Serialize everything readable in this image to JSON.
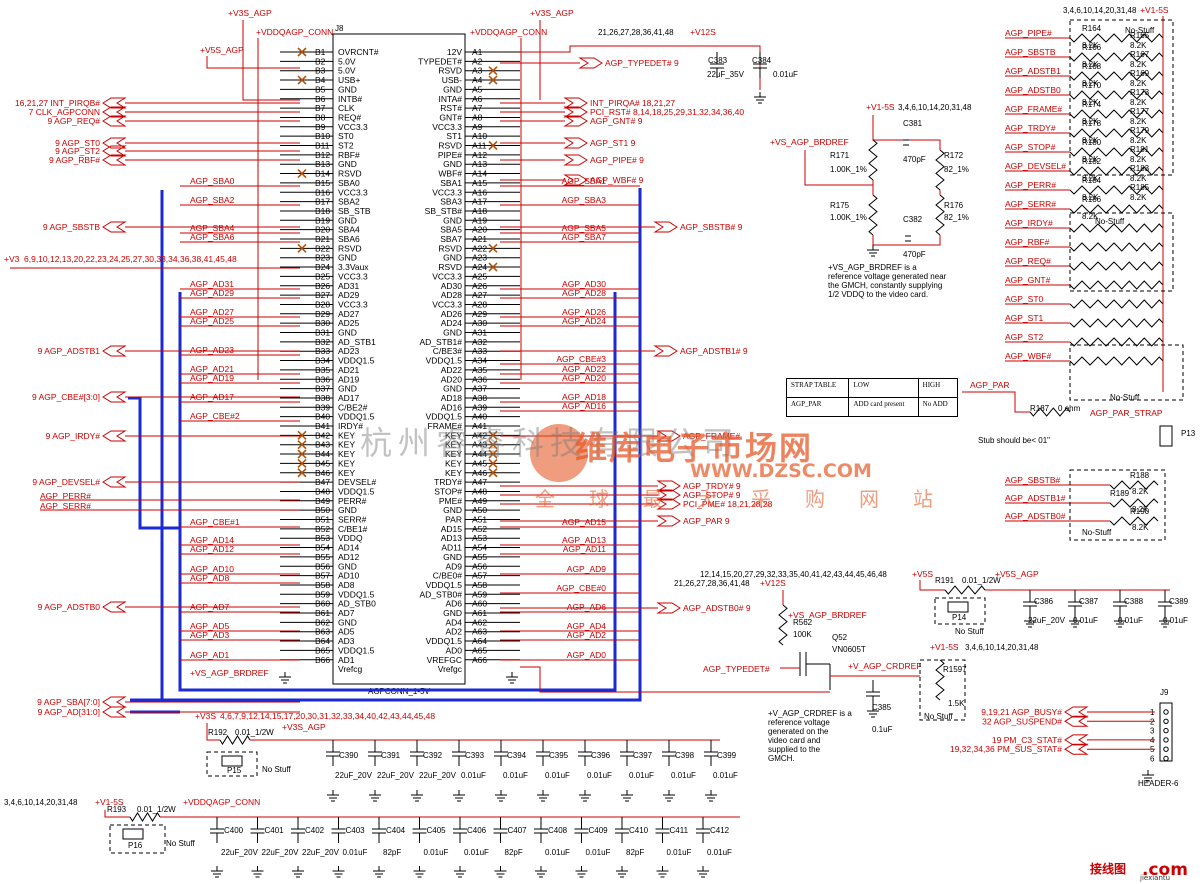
{
  "connector": {
    "ref": "J8",
    "part": "AGPCONN_1-5V",
    "b_pins": [
      {
        "num": "B1",
        "name": "OVRCNT#",
        "nc": true
      },
      {
        "num": "B2",
        "name": "5.0V"
      },
      {
        "num": "B3",
        "name": "5.0V"
      },
      {
        "num": "B4",
        "name": "USB+",
        "nc": true
      },
      {
        "num": "B5",
        "name": "GND"
      },
      {
        "num": "B6",
        "name": "INTB#"
      },
      {
        "num": "B7",
        "name": "CLK"
      },
      {
        "num": "B8",
        "name": "REQ#"
      },
      {
        "num": "B9",
        "name": "VCC3.3"
      },
      {
        "num": "B10",
        "name": "ST0"
      },
      {
        "num": "B11",
        "name": "ST2"
      },
      {
        "num": "B12",
        "name": "RBF#"
      },
      {
        "num": "B13",
        "name": "GND"
      },
      {
        "num": "B14",
        "name": "RSVD",
        "nc": true
      },
      {
        "num": "B15",
        "name": "SBA0"
      },
      {
        "num": "B16",
        "name": "VCC3.3"
      },
      {
        "num": "B17",
        "name": "SBA2"
      },
      {
        "num": "B18",
        "name": "SB_STB"
      },
      {
        "num": "B19",
        "name": "GND"
      },
      {
        "num": "B20",
        "name": "SBA4"
      },
      {
        "num": "B21",
        "name": "SBA6"
      },
      {
        "num": "B22",
        "name": "RSVD",
        "nc": true
      },
      {
        "num": "B23",
        "name": "GND"
      },
      {
        "num": "B24",
        "name": "3.3Vaux"
      },
      {
        "num": "B25",
        "name": "VCC3.3"
      },
      {
        "num": "B26",
        "name": "AD31"
      },
      {
        "num": "B27",
        "name": "AD29"
      },
      {
        "num": "B28",
        "name": "VCC3.3"
      },
      {
        "num": "B29",
        "name": "AD27"
      },
      {
        "num": "B30",
        "name": "AD25"
      },
      {
        "num": "B31",
        "name": "GND"
      },
      {
        "num": "B32",
        "name": "AD_STB1"
      },
      {
        "num": "B33",
        "name": "AD23"
      },
      {
        "num": "B34",
        "name": "VDDQ1.5"
      },
      {
        "num": "B35",
        "name": "AD21"
      },
      {
        "num": "B36",
        "name": "AD19"
      },
      {
        "num": "B37",
        "name": "GND"
      },
      {
        "num": "B38",
        "name": "AD17"
      },
      {
        "num": "B39",
        "name": "C/BE2#"
      },
      {
        "num": "B40",
        "name": "VDDQ1.5"
      },
      {
        "num": "B41",
        "name": "IRDY#"
      },
      {
        "num": "B42",
        "name": "KEY",
        "nc": true
      },
      {
        "num": "B43",
        "name": "KEY",
        "nc": true
      },
      {
        "num": "B44",
        "name": "KEY",
        "nc": true
      },
      {
        "num": "B45",
        "name": "KEY",
        "nc": true
      },
      {
        "num": "B46",
        "name": "KEY",
        "nc": true
      },
      {
        "num": "B47",
        "name": "DEVSEL#"
      },
      {
        "num": "B48",
        "name": "VDDQ1.5"
      },
      {
        "num": "B49",
        "name": "PERR#"
      },
      {
        "num": "B50",
        "name": "GND"
      },
      {
        "num": "B51",
        "name": "SERR#"
      },
      {
        "num": "B52",
        "name": "C/BE1#"
      },
      {
        "num": "B53",
        "name": "VDDQ"
      },
      {
        "num": "B54",
        "name": "AD14"
      },
      {
        "num": "B55",
        "name": "AD12"
      },
      {
        "num": "B56",
        "name": "GND"
      },
      {
        "num": "B57",
        "name": "AD10"
      },
      {
        "num": "B58",
        "name": "AD8"
      },
      {
        "num": "B59",
        "name": "VDDQ1.5"
      },
      {
        "num": "B60",
        "name": "AD_STB0"
      },
      {
        "num": "B61",
        "name": "AD7"
      },
      {
        "num": "B62",
        "name": "GND"
      },
      {
        "num": "B63",
        "name": "AD5"
      },
      {
        "num": "B64",
        "name": "AD3"
      },
      {
        "num": "B65",
        "name": "VDDQ1.5"
      },
      {
        "num": "B66",
        "name": "AD1"
      }
    ],
    "b_extra": "Vrefcg",
    "a_pins": [
      {
        "num": "A1",
        "name": "12V"
      },
      {
        "num": "A2",
        "name": "TYPEDET#"
      },
      {
        "num": "A3",
        "name": "RSVD",
        "nc": true
      },
      {
        "num": "A4",
        "name": "USB-",
        "nc": true
      },
      {
        "num": "A5",
        "name": "GND"
      },
      {
        "num": "A6",
        "name": "INTA#"
      },
      {
        "num": "A7",
        "name": "RST#"
      },
      {
        "num": "A8",
        "name": "GNT#"
      },
      {
        "num": "A9",
        "name": "VCC3.3"
      },
      {
        "num": "A10",
        "name": "ST1"
      },
      {
        "num": "A11",
        "name": "RSVD",
        "nc": true
      },
      {
        "num": "A12",
        "name": "PIPE#"
      },
      {
        "num": "A13",
        "name": "GND"
      },
      {
        "num": "A14",
        "name": "WBF#"
      },
      {
        "num": "A15",
        "name": "SBA1"
      },
      {
        "num": "A16",
        "name": "VCC3.3"
      },
      {
        "num": "A17",
        "name": "SBA3"
      },
      {
        "num": "A18",
        "name": "SB_STB#"
      },
      {
        "num": "A19",
        "name": "GND"
      },
      {
        "num": "A20",
        "name": "SBA5"
      },
      {
        "num": "A21",
        "name": "SBA7"
      },
      {
        "num": "A22",
        "name": "RSVD",
        "nc": true
      },
      {
        "num": "A23",
        "name": "GND"
      },
      {
        "num": "A24",
        "name": "RSVD",
        "nc": true
      },
      {
        "num": "A25",
        "name": "VCC3.3"
      },
      {
        "num": "A26",
        "name": "AD30"
      },
      {
        "num": "A27",
        "name": "AD28"
      },
      {
        "num": "A28",
        "name": "VCC3.3"
      },
      {
        "num": "A29",
        "name": "AD26"
      },
      {
        "num": "A30",
        "name": "AD24"
      },
      {
        "num": "A31",
        "name": "GND"
      },
      {
        "num": "A32",
        "name": "AD_STB1#"
      },
      {
        "num": "A33",
        "name": "C/BE3#"
      },
      {
        "num": "A34",
        "name": "VDDQ1.5"
      },
      {
        "num": "A35",
        "name": "AD22"
      },
      {
        "num": "A36",
        "name": "AD20"
      },
      {
        "num": "A37",
        "name": "GND"
      },
      {
        "num": "A38",
        "name": "AD18"
      },
      {
        "num": "A39",
        "name": "AD16"
      },
      {
        "num": "A40",
        "name": "VDDQ1.5"
      },
      {
        "num": "A41",
        "name": "FRAME#"
      },
      {
        "num": "A42",
        "name": "KEY",
        "nc": true
      },
      {
        "num": "A43",
        "name": "KEY",
        "nc": true
      },
      {
        "num": "A44",
        "name": "KEY",
        "nc": true
      },
      {
        "num": "A45",
        "name": "KEY",
        "nc": true
      },
      {
        "num": "A46",
        "name": "KEY",
        "nc": true
      },
      {
        "num": "A47",
        "name": "TRDY#"
      },
      {
        "num": "A48",
        "name": "STOP#"
      },
      {
        "num": "A49",
        "name": "PME#"
      },
      {
        "num": "A50",
        "name": "GND"
      },
      {
        "num": "A51",
        "name": "PAR"
      },
      {
        "num": "A52",
        "name": "AD15"
      },
      {
        "num": "A53",
        "name": "AD13"
      },
      {
        "num": "A54",
        "name": "AD11"
      },
      {
        "num": "A55",
        "name": "GND"
      },
      {
        "num": "A56",
        "name": "AD9"
      },
      {
        "num": "A57",
        "name": "C/BE0#"
      },
      {
        "num": "A58",
        "name": "VDDQ1.5"
      },
      {
        "num": "A59",
        "name": "AD_STB0#"
      },
      {
        "num": "A60",
        "name": "AD6"
      },
      {
        "num": "A61",
        "name": "GND"
      },
      {
        "num": "A62",
        "name": "AD4"
      },
      {
        "num": "A63",
        "name": "AD2"
      },
      {
        "num": "A64",
        "name": "VDDQ1.5"
      },
      {
        "num": "A65",
        "name": "AD0"
      },
      {
        "num": "A66",
        "name": "VREFGC"
      }
    ],
    "a_extra": "Vrefgc"
  },
  "rails": {
    "v3s_agp": "+V3S_AGP",
    "vddqagp_conn": "+VDDQAGP_CONN",
    "v5s_agp": "+V5S_AGP",
    "v12s": "+V12S",
    "v12s_refs": "21,26,27,28,36,41,48",
    "v3": "+V3",
    "v3_refs": "6,9,10,12,13,20,22,23,24,25,27,30,33,34,36,38,41,45,48",
    "vs_agp_brdref": "+VS_AGP_BRDREF",
    "v1_5s": "+V1-5S",
    "v1_5s_refs": "3,4,6,10,14,20,31,48",
    "v5s": "+V5S",
    "v3s": "+V3S",
    "v3s_refs": "4,6,7,9,12,14,15,17,20,30,31,32,33,34,40,42,43,44,45,48"
  },
  "left_signals": [
    {
      "ref": "16,21,27",
      "name": "INT_PIRQB#"
    },
    {
      "ref": "7",
      "name": "CLK_AGPCONN"
    },
    {
      "ref": "9",
      "name": "AGP_REQ#"
    },
    {
      "ref": "9",
      "name": "AGP_ST0"
    },
    {
      "ref": "9",
      "name": "AGP_ST2"
    },
    {
      "ref": "9",
      "name": "AGP_RBF#"
    },
    {
      "ref": "9",
      "name": "AGP_SBSTB"
    },
    {
      "ref": "9",
      "name": "AGP_ADSTB1"
    },
    {
      "ref": "9",
      "name": "AGP_CBE#[3:0]"
    },
    {
      "ref": "9",
      "name": "AGP_IRDY#"
    },
    {
      "ref": "9",
      "name": "AGP_DEVSEL#"
    },
    {
      "ref": "",
      "name": "AGP_PERR#"
    },
    {
      "ref": "",
      "name": "AGP_SERR#"
    },
    {
      "ref": "9",
      "name": "AGP_ADSTB0"
    },
    {
      "ref": "9",
      "name": "AGP_SBA[7:0]"
    },
    {
      "ref": "9",
      "name": "AGP_AD[31:0]"
    }
  ],
  "left_bus_nets": [
    "AGP_SBA0",
    "AGP_SBA2",
    "AGP_SBA4",
    "AGP_SBA6",
    "AGP_AD31",
    "AGP_AD29",
    "AGP_AD27",
    "AGP_AD25",
    "AGP_AD23",
    "AGP_AD21",
    "AGP_AD19",
    "AGP_AD17",
    "AGP_CBE#2",
    "AGP_CBE#1",
    "AGP_AD14",
    "AGP_AD12",
    "AGP_AD10",
    "AGP_AD8",
    "AGP_AD7",
    "AGP_AD5",
    "AGP_AD3",
    "AGP_AD1"
  ],
  "right_signals": [
    {
      "name": "AGP_TYPEDET#",
      "ref": "9"
    },
    {
      "name": "INT_PIRQA#",
      "ref": "18,21,27"
    },
    {
      "name": "PCI_RST#",
      "ref": "8,14,18,25,29,31,32,34,36,40"
    },
    {
      "name": "AGP_GNT#",
      "ref": "9"
    },
    {
      "name": "AGP_ST1",
      "ref": "9"
    },
    {
      "name": "AGP_PIPE#",
      "ref": "9"
    },
    {
      "name": "AGP_WBF#",
      "ref": "9"
    },
    {
      "name": "AGP_SBSTB#",
      "ref": "9"
    },
    {
      "name": "AGP_ADSTB1#",
      "ref": "9"
    },
    {
      "name": "AGP_FRAME#",
      "ref": ""
    },
    {
      "name": "AGP_TRDY#",
      "ref": "9"
    },
    {
      "name": "AGP_STOP#",
      "ref": "9"
    },
    {
      "name": "PCI_PME#",
      "ref": "18,21,28,28"
    },
    {
      "name": "AGP_PAR",
      "ref": "9"
    },
    {
      "name": "AGP_ADSTB0#",
      "ref": "9"
    }
  ],
  "right_bus_nets": [
    "AGP_SBA1",
    "AGP_SBA3",
    "AGP_SBA5",
    "AGP_SBA7",
    "AGP_AD30",
    "AGP_AD28",
    "AGP_AD26",
    "AGP_AD24",
    "AGP_CBE#3",
    "AGP_AD22",
    "AGP_AD20",
    "AGP_AD18",
    "AGP_AD16",
    "AGP_AD15",
    "AGP_AD13",
    "AGP_AD11",
    "AGP_AD9",
    "AGP_CBE#0",
    "AGP_AD6",
    "AGP_AD4",
    "AGP_AD2",
    "AGP_AD0"
  ],
  "caps_12v": [
    {
      "ref": "C383",
      "value": "22uF_35V"
    },
    {
      "ref": "C384",
      "value": "0.01uF"
    }
  ],
  "brdref": {
    "r171": {
      "ref": "R171",
      "value": "1.00K_1%"
    },
    "r172": {
      "ref": "R172",
      "value": "82_1%"
    },
    "r175": {
      "ref": "R175",
      "value": "1.00K_1%"
    },
    "r176": {
      "ref": "R176",
      "value": "82_1%"
    },
    "c381": {
      "ref": "C381",
      "value": "470pF"
    },
    "c382": {
      "ref": "C382",
      "value": "470pF"
    },
    "note": [
      "+VS_AGP_BRDREF is a",
      "reference voltage generated near",
      "the GMCH, constantly supplying",
      "1/2 VDDQ to the video card."
    ]
  },
  "pullups": [
    {
      "net": "AGP_PIPE#",
      "r1": "R164",
      "r1v": "8.2K",
      "r2": "R165",
      "r2v": "8.2K"
    },
    {
      "net": "AGP_SBSTB",
      "r1": "R166",
      "r1v": "8.2K",
      "r2": "R167",
      "r2v": "8.2K"
    },
    {
      "net": "AGP_ADSTB1",
      "r1": "R168",
      "r1v": "8.2K",
      "r2": "R169",
      "r2v": "8.2K"
    },
    {
      "net": "AGP_ADSTB0",
      "r1": "R170",
      "r1v": "8.2K",
      "r2": "R173",
      "r2v": "8.2K"
    },
    {
      "net": "AGP_FRAME#",
      "r1": "R174",
      "r1v": "8.2K",
      "r2": "R177",
      "r2v": "8.2K"
    },
    {
      "net": "AGP_TRDY#",
      "r1": "R178",
      "r1v": "8.2K",
      "r2": "R179",
      "r2v": "8.2K"
    },
    {
      "net": "AGP_STOP#",
      "r1": "R180",
      "r1v": "8.2K",
      "r2": "R181",
      "r2v": "8.2K"
    },
    {
      "net": "AGP_DEVSEL#",
      "r1": "R182",
      "r1v": "8.2K",
      "r2": "R183",
      "r2v": "8.2K"
    },
    {
      "net": "AGP_PERR#",
      "r1": "R184",
      "r1v": "8.2K",
      "r2": "R185",
      "r2v": "8.2K"
    },
    {
      "net": "AGP_SERR#",
      "r1": "R186",
      "r1v": "8.2K",
      "r2": "",
      "r2v": ""
    },
    {
      "net": "AGP_IRDY#",
      "r1": "",
      "r1v": "",
      "r2": "",
      "r2v": ""
    },
    {
      "net": "AGP_RBF#",
      "r1": "",
      "r1v": "",
      "r2": "",
      "r2v": ""
    },
    {
      "net": "AGP_REQ#",
      "r1": "",
      "r1v": "",
      "r2": "",
      "r2v": ""
    },
    {
      "net": "AGP_GNT#",
      "r1": "",
      "r1v": "",
      "r2": "",
      "r2v": ""
    },
    {
      "net": "AGP_ST0",
      "r1": "",
      "r1v": "",
      "r2": "",
      "r2v": ""
    },
    {
      "net": "AGP_ST1",
      "r1": "",
      "r1v": "",
      "r2": "",
      "r2v": ""
    },
    {
      "net": "AGP_ST2",
      "r1": "",
      "r1v": "",
      "r2": "",
      "r2v": ""
    },
    {
      "net": "AGP_WBF#",
      "r1": "",
      "r1v": "",
      "r2": "",
      "r2v": ""
    }
  ],
  "nostuff": "No-Stuff",
  "par": {
    "net": "AGP_PAR",
    "r187": "R187",
    "r187v": "0 ohm",
    "strap": "AGP_PAR_STRAP",
    "stub": "Stub should be< 01\"",
    "jumper": "P13"
  },
  "strap_table": {
    "h1": "STRAP TABLE",
    "h2": "LOW",
    "h3": "HIGH",
    "r1": "AGP_PAR",
    "r2": "ADD card present",
    "r3": "No ADD"
  },
  "sbstb_pull": [
    {
      "net": "AGP_SBSTB#",
      "ref": "R188",
      "value": "8.2K"
    },
    {
      "net": "AGP_ADSTB1#",
      "ref": "R189",
      "value": "8.2K"
    },
    {
      "net": "AGP_ADSTB0#",
      "ref": "R190",
      "value": "8.2K"
    }
  ],
  "v5s_block": {
    "r191": "R191",
    "r191v": "0.01_1/2W",
    "rail": "+V5S_AGP",
    "jumper": "P14",
    "nostuff": "No Stuff",
    "caps": [
      {
        "ref": "C386",
        "value": "22uF_20V"
      },
      {
        "ref": "C387",
        "value": "0.01uF"
      },
      {
        "ref": "C388",
        "value": "0.01uF"
      },
      {
        "ref": "C389",
        "value": "0.01uF"
      }
    ]
  },
  "crdref": {
    "v12s_refs": "12,14,15,20,27,29,32,33,35,40,41,42,43,44,45,46,48",
    "v12s_refs2": "21,26,27,28,36,41,48",
    "r562": "R562",
    "r562v": "100K",
    "q": "Q52",
    "qpart": "VN0605T",
    "typedet": "AGP_TYPEDET#",
    "v_crdref": "+V_AGP_CRDREF",
    "r1597": "R1597",
    "r1597v": "1.5K",
    "c385": "C385",
    "c385v": "0.1uF",
    "nostuff": "No Stuff",
    "note": [
      "+V_AGP_CRDREF is a",
      "reference voltage",
      "generated on the",
      "video card and",
      "supplied to the",
      "GMCH."
    ]
  },
  "header": {
    "ref": "J9",
    "part": "HEADER-6",
    "pins": [
      {
        "ref": "9,19,21",
        "name": "AGP_BUSY#",
        "num": "1"
      },
      {
        "ref": "32",
        "name": "AGP_SUSPEND#",
        "num": "2"
      },
      {
        "ref": "",
        "name": "",
        "num": "3"
      },
      {
        "ref": "19",
        "name": "PM_C3_STAT#",
        "num": "4"
      },
      {
        "ref": "19,32,34,36",
        "name": "PM_SUS_STAT#",
        "num": "5"
      },
      {
        "ref": "",
        "name": "",
        "num": "6"
      }
    ]
  },
  "v3s_block": {
    "r192": "R192",
    "r192v": "0.01_1/2W",
    "rail": "+V3S_AGP",
    "jumper": "P15",
    "nostuff": "No Stuff",
    "caps": [
      {
        "ref": "C390",
        "value": "22uF_20V"
      },
      {
        "ref": "C391",
        "value": "22uF_20V"
      },
      {
        "ref": "C392",
        "value": "22uF_20V"
      },
      {
        "ref": "C393",
        "value": "0.01uF"
      },
      {
        "ref": "C394",
        "value": "0.01uF"
      },
      {
        "ref": "C395",
        "value": "0.01uF"
      },
      {
        "ref": "C396",
        "value": "0.01uF"
      },
      {
        "ref": "C397",
        "value": "0.01uF"
      },
      {
        "ref": "C398",
        "value": "0.01uF"
      },
      {
        "ref": "C399",
        "value": "0.01uF"
      }
    ]
  },
  "v15_block": {
    "refs": "3,4,6,10,14,20,31,48",
    "rail_in": "+V1-5S",
    "r193": "R193",
    "r193v": "0.01_1/2W",
    "rail": "+VDDQAGP_CONN",
    "jumper": "P16",
    "nostuff": "No Stuff",
    "caps": [
      {
        "ref": "C400",
        "value": "22uF_20V"
      },
      {
        "ref": "C401",
        "value": "22uF_20V"
      },
      {
        "ref": "C402",
        "value": "22uF_20V"
      },
      {
        "ref": "C403",
        "value": "0.01uF"
      },
      {
        "ref": "C404",
        "value": "82pF"
      },
      {
        "ref": "C405",
        "value": "0.01uF"
      },
      {
        "ref": "C406",
        "value": "0.01uF"
      },
      {
        "ref": "C407",
        "value": "82pF"
      },
      {
        "ref": "C408",
        "value": "0.01uF"
      },
      {
        "ref": "C409",
        "value": "0.01uF"
      },
      {
        "ref": "C410",
        "value": "82pF"
      },
      {
        "ref": "C411",
        "value": "0.01uF"
      },
      {
        "ref": "C412",
        "value": "0.01uF"
      }
    ]
  },
  "watermark": {
    "cn": "杭州睿睿科技有限公司",
    "brand": "维库电子市场网",
    "url": "WWW.DZSC.COM",
    "slogan": "全球最大采购网站",
    "site": "接线图",
    "site_com": ".com",
    "pinyin": "jiexiantu"
  }
}
